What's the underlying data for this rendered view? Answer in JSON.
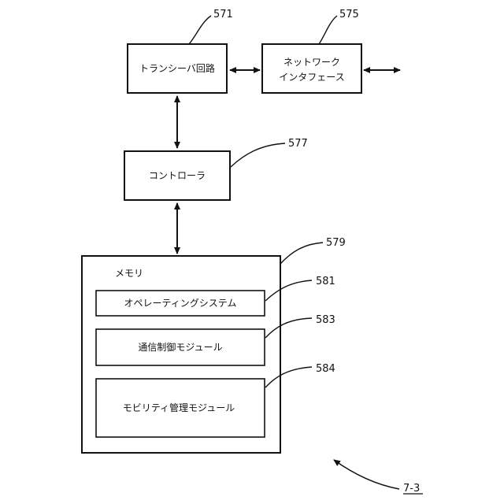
{
  "blocks": {
    "transceiver": {
      "label": "トランシーバ回路",
      "ref": "571"
    },
    "network": {
      "label_line1": "ネットワーク",
      "label_line2": "インタフェース",
      "ref": "575"
    },
    "controller": {
      "label": "コントローラ",
      "ref": "577"
    },
    "memory": {
      "label": "メモリ",
      "ref": "579",
      "modules": [
        {
          "label": "オペレーティングシステム",
          "ref": "581"
        },
        {
          "label": "通信制御モジュール",
          "ref": "583"
        },
        {
          "label": "モビリティ管理モジュール",
          "ref": "584"
        }
      ]
    }
  },
  "figure": {
    "label": "7-3"
  }
}
